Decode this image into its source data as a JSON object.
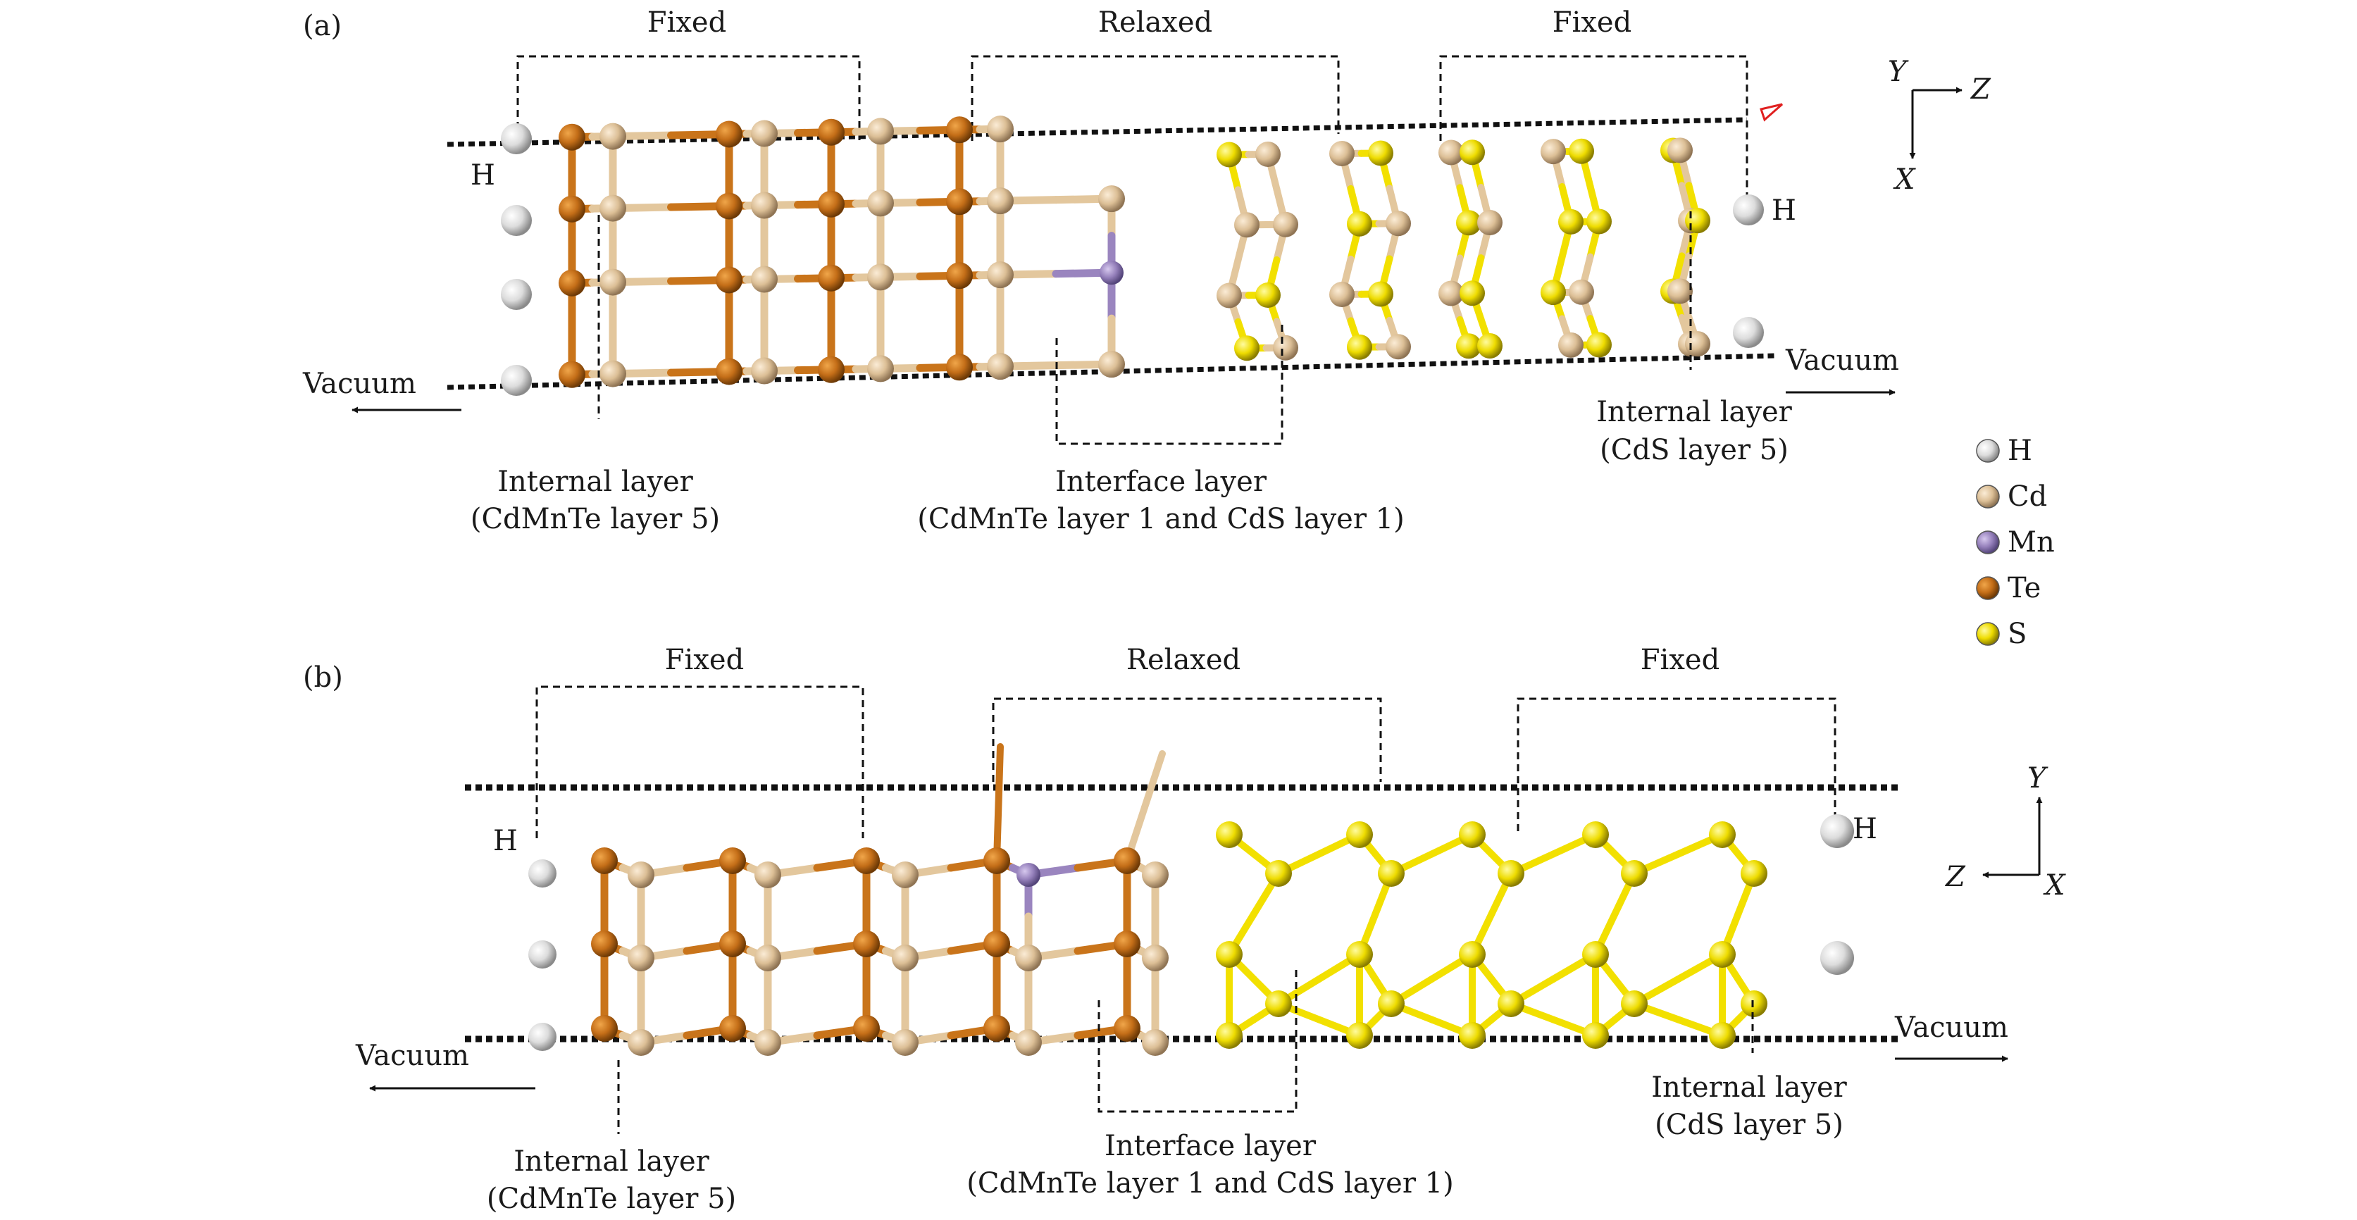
{
  "panels": [
    {
      "id": "a",
      "label": "(a)",
      "regions": {
        "left": "Fixed",
        "middle": "Relaxed",
        "right": "Fixed"
      },
      "vacuum_left": "Vacuum",
      "vacuum_right": "Vacuum",
      "h_left": "H",
      "h_right": "H",
      "left_internal": {
        "line1": "Internal layer",
        "line2": "(CdMnTe layer 5)"
      },
      "interface": {
        "line1": "Interface layer",
        "line2": "(CdMnTe layer 1 and CdS layer 1)"
      },
      "right_internal": {
        "line1": "Internal layer",
        "line2": "(CdS layer 5)"
      },
      "axes": {
        "up": "Y",
        "right": "Z",
        "down": "X"
      }
    },
    {
      "id": "b",
      "label": "(b)",
      "regions": {
        "left": "Fixed",
        "middle": "Relaxed",
        "right": "Fixed"
      },
      "vacuum_left": "Vacuum",
      "vacuum_right": "Vacuum",
      "h_left": "H",
      "h_right": "H",
      "left_internal": {
        "line1": "Internal layer",
        "line2": "(CdMnTe layer 5)"
      },
      "interface": {
        "line1": "Interface layer",
        "line2": "(CdMnTe layer 1 and CdS layer 1)"
      },
      "right_internal": {
        "line1": "Internal layer",
        "line2": "(CdS layer 5)"
      },
      "axes": {
        "up": "Y",
        "left": "Z",
        "corner": "X"
      }
    }
  ],
  "legend": [
    {
      "symbol": "H",
      "color": "#e6e6e6"
    },
    {
      "symbol": "Cd",
      "color": "#e3c79d"
    },
    {
      "symbol": "Mn",
      "color": "#9a85bf"
    },
    {
      "symbol": "Te",
      "color": "#c9741a"
    },
    {
      "symbol": "S",
      "color": "#f2e000"
    }
  ],
  "colors": {
    "H": "#e6e6e6",
    "Cd": "#e3c79d",
    "Mn": "#9a85bf",
    "Te": "#c9741a",
    "S": "#f2e000"
  }
}
